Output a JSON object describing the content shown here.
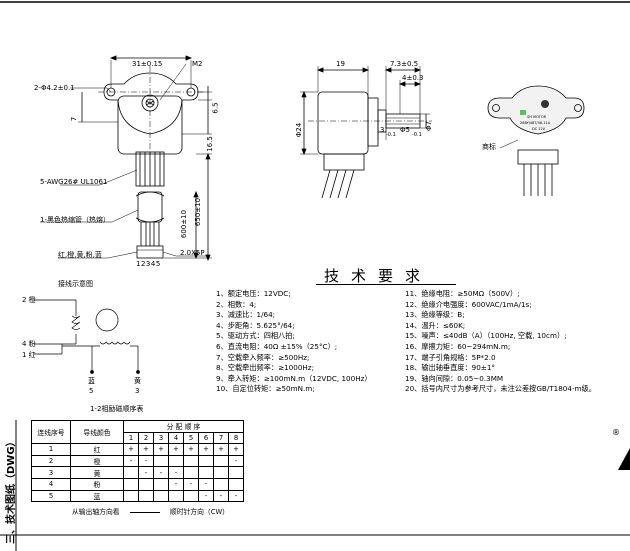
{
  "drawing": {
    "dim_top_31": "31±0.15",
    "dim_m2": "M2",
    "dim_hole": "2-Φ4.2±0.1",
    "dim_7": "7",
    "dim_6_5": "6.5",
    "dim_16_5": "16.5",
    "cable_label": "5-AWG26# UL1061",
    "heatshrink_label": "1-黑色热缩管（热熔）",
    "dim_600": "600±10",
    "dim_650": "650±10",
    "wire_colors": "红,橙,黄,粉,蓝",
    "connector_label": "2.0X5P",
    "pin_numbers": "12345",
    "dim_19": "19",
    "dim_7_3": "7.3±0.5",
    "dim_4_0": "4±0.3",
    "dim_phi24": "Φ24",
    "dim_3": "3",
    "dim_3_tol": "-0.1",
    "dim_phi5": "Φ5",
    "dim_phi5_tol": "-0.1",
    "dim_phi7": "Φ7",
    "trademark_label": "商标",
    "label_line1": "SH MOTOR",
    "label_line2": "28BYJ48T/48-11A",
    "label_line3": "DC 12V"
  },
  "wiring": {
    "title": "接线示意图",
    "w2": "2 橙",
    "w4": "4 粉",
    "w1": "1 红",
    "w5_name": "蓝",
    "w5_num": "5",
    "w3_name": "黄",
    "w3_num": "3",
    "seq_title": "1-2相励磁顺序表"
  },
  "specs": {
    "heading": "技术要求",
    "left": [
      "1、额定电压：12VDC;",
      "2、相数：4;",
      "3、减速比：1/64;",
      "4、步距角：5.625°/64;",
      "5、驱动方式：四相八拍;",
      "6、直流电阻：40Ω ±15%（25°C）;",
      "7、空载牵入频率：≥500Hz;",
      "8、空载牵出频率：≥1000Hz;",
      "9、牵入转矩：≥100mN.m（12VDC, 100Hz）",
      "10、自定位转矩：≥50mN.m;"
    ],
    "right": [
      "11、绝缘电阻：≥50MΩ（500V）;",
      "12、绝缘介电强度：600VAC/1mA/1s;",
      "13、绝缘等级：B;",
      "14、温升：≤60K;",
      "15、噪声：≤40dB（A）（100Hz, 空载, 10cm）;",
      "16、摩擦力矩：60~294mN.m;",
      "17、端子引角规格：5P*2.0",
      "18、输出轴垂直度：90±1°",
      "19、轴向间隙：0.05~0.3MM",
      "20、括号内尺寸为参考尺寸，未注公差按GB/T1804-m级。"
    ]
  },
  "sequence_table": {
    "col_header_1": "连线序号",
    "col_header_2": "导线颜色",
    "group_header": "分 配 顺 序",
    "steps": [
      "1",
      "2",
      "3",
      "4",
      "5",
      "6",
      "7",
      "8"
    ],
    "rows": [
      {
        "num": "1",
        "color": "红",
        "cells": [
          "+",
          "+",
          "+",
          "+",
          "+",
          "+",
          "+",
          "+"
        ]
      },
      {
        "num": "2",
        "color": "橙",
        "cells": [
          "-",
          "-",
          "",
          "",
          "",
          "",
          "",
          "-"
        ]
      },
      {
        "num": "3",
        "color": "黄",
        "cells": [
          "",
          "-",
          "-",
          "-",
          "",
          "",
          "",
          ""
        ]
      },
      {
        "num": "4",
        "color": "粉",
        "cells": [
          "",
          "",
          "",
          "-",
          "-",
          "-",
          "",
          ""
        ]
      },
      {
        "num": "5",
        "color": "蓝",
        "cells": [
          "",
          "",
          "",
          "",
          "",
          "-",
          "-",
          "-"
        ]
      }
    ],
    "footer_left": "从输出轴方向看",
    "footer_right": "顺时针方向（CW）"
  },
  "side": {
    "section_title": "三、技术图纸（DWG）",
    "registered_mark": "®"
  }
}
